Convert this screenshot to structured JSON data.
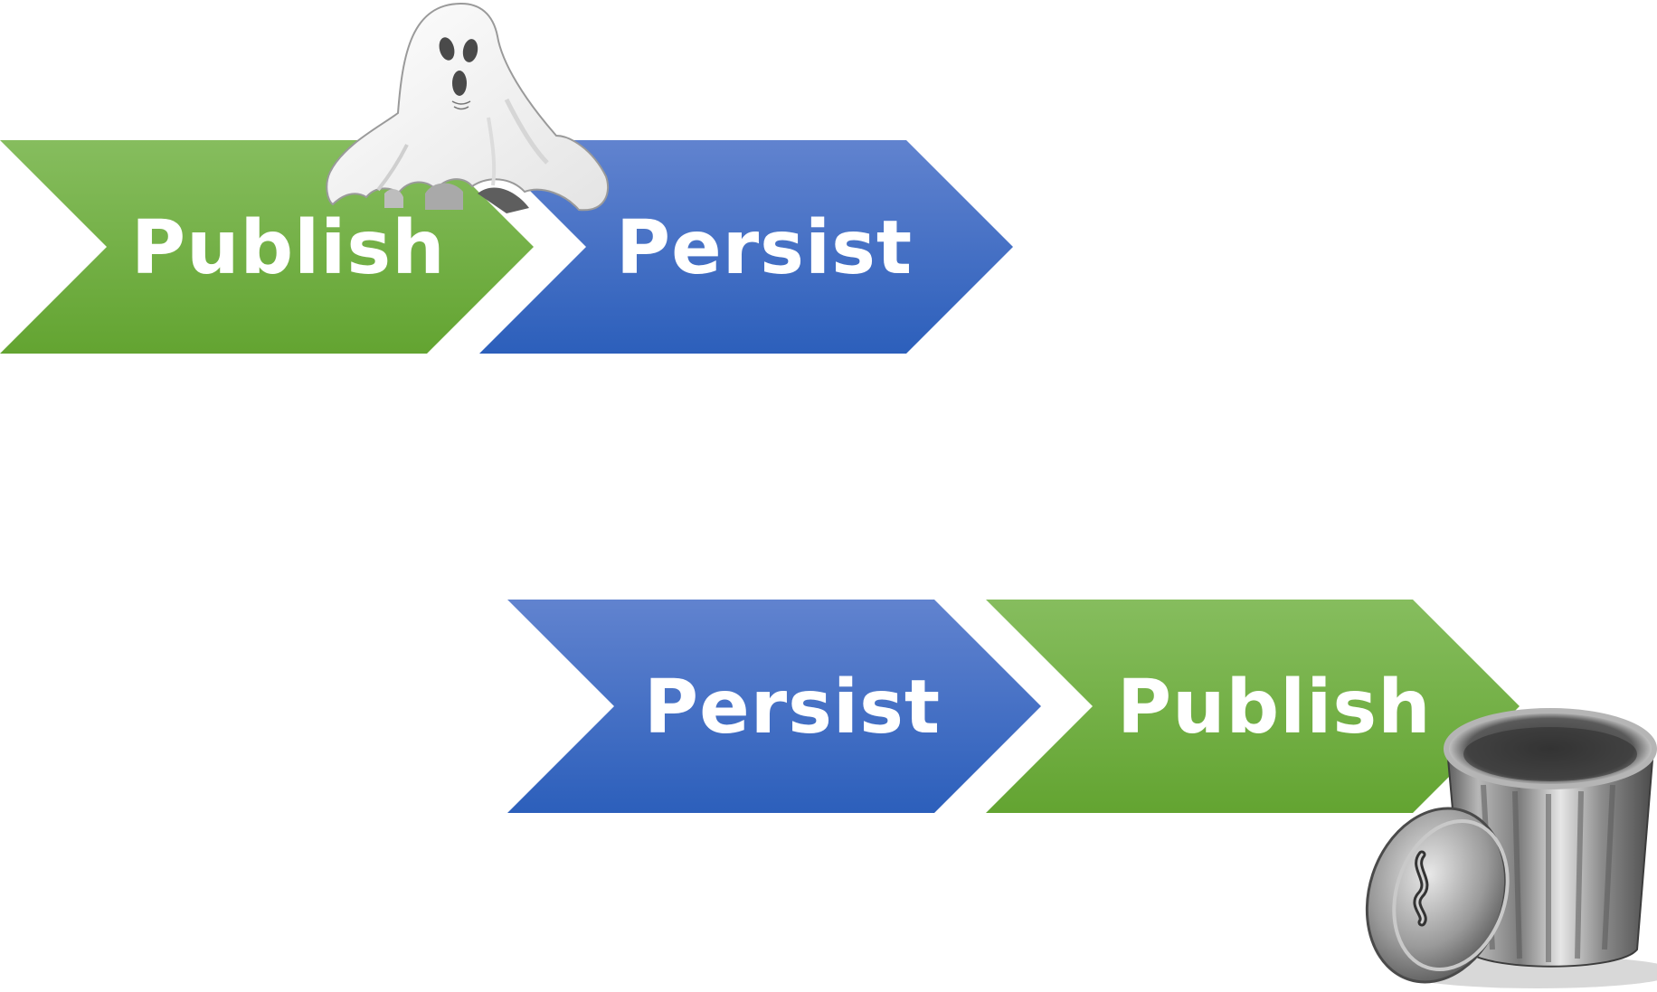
{
  "diagram": {
    "top_row": {
      "step1": {
        "label": "Publish",
        "color": "green"
      },
      "step2": {
        "label": "Persist",
        "color": "blue"
      },
      "decoration": "ghost-icon"
    },
    "bottom_row": {
      "step1": {
        "label": "Persist",
        "color": "blue"
      },
      "step2": {
        "label": "Publish",
        "color": "green"
      },
      "decoration": "trash-can-icon"
    }
  },
  "colors": {
    "green_top": "#86bd5e",
    "green_bottom": "#63a431",
    "blue_top": "#6183cf",
    "blue_bottom": "#2c5fbb",
    "label": "#ffffff"
  }
}
